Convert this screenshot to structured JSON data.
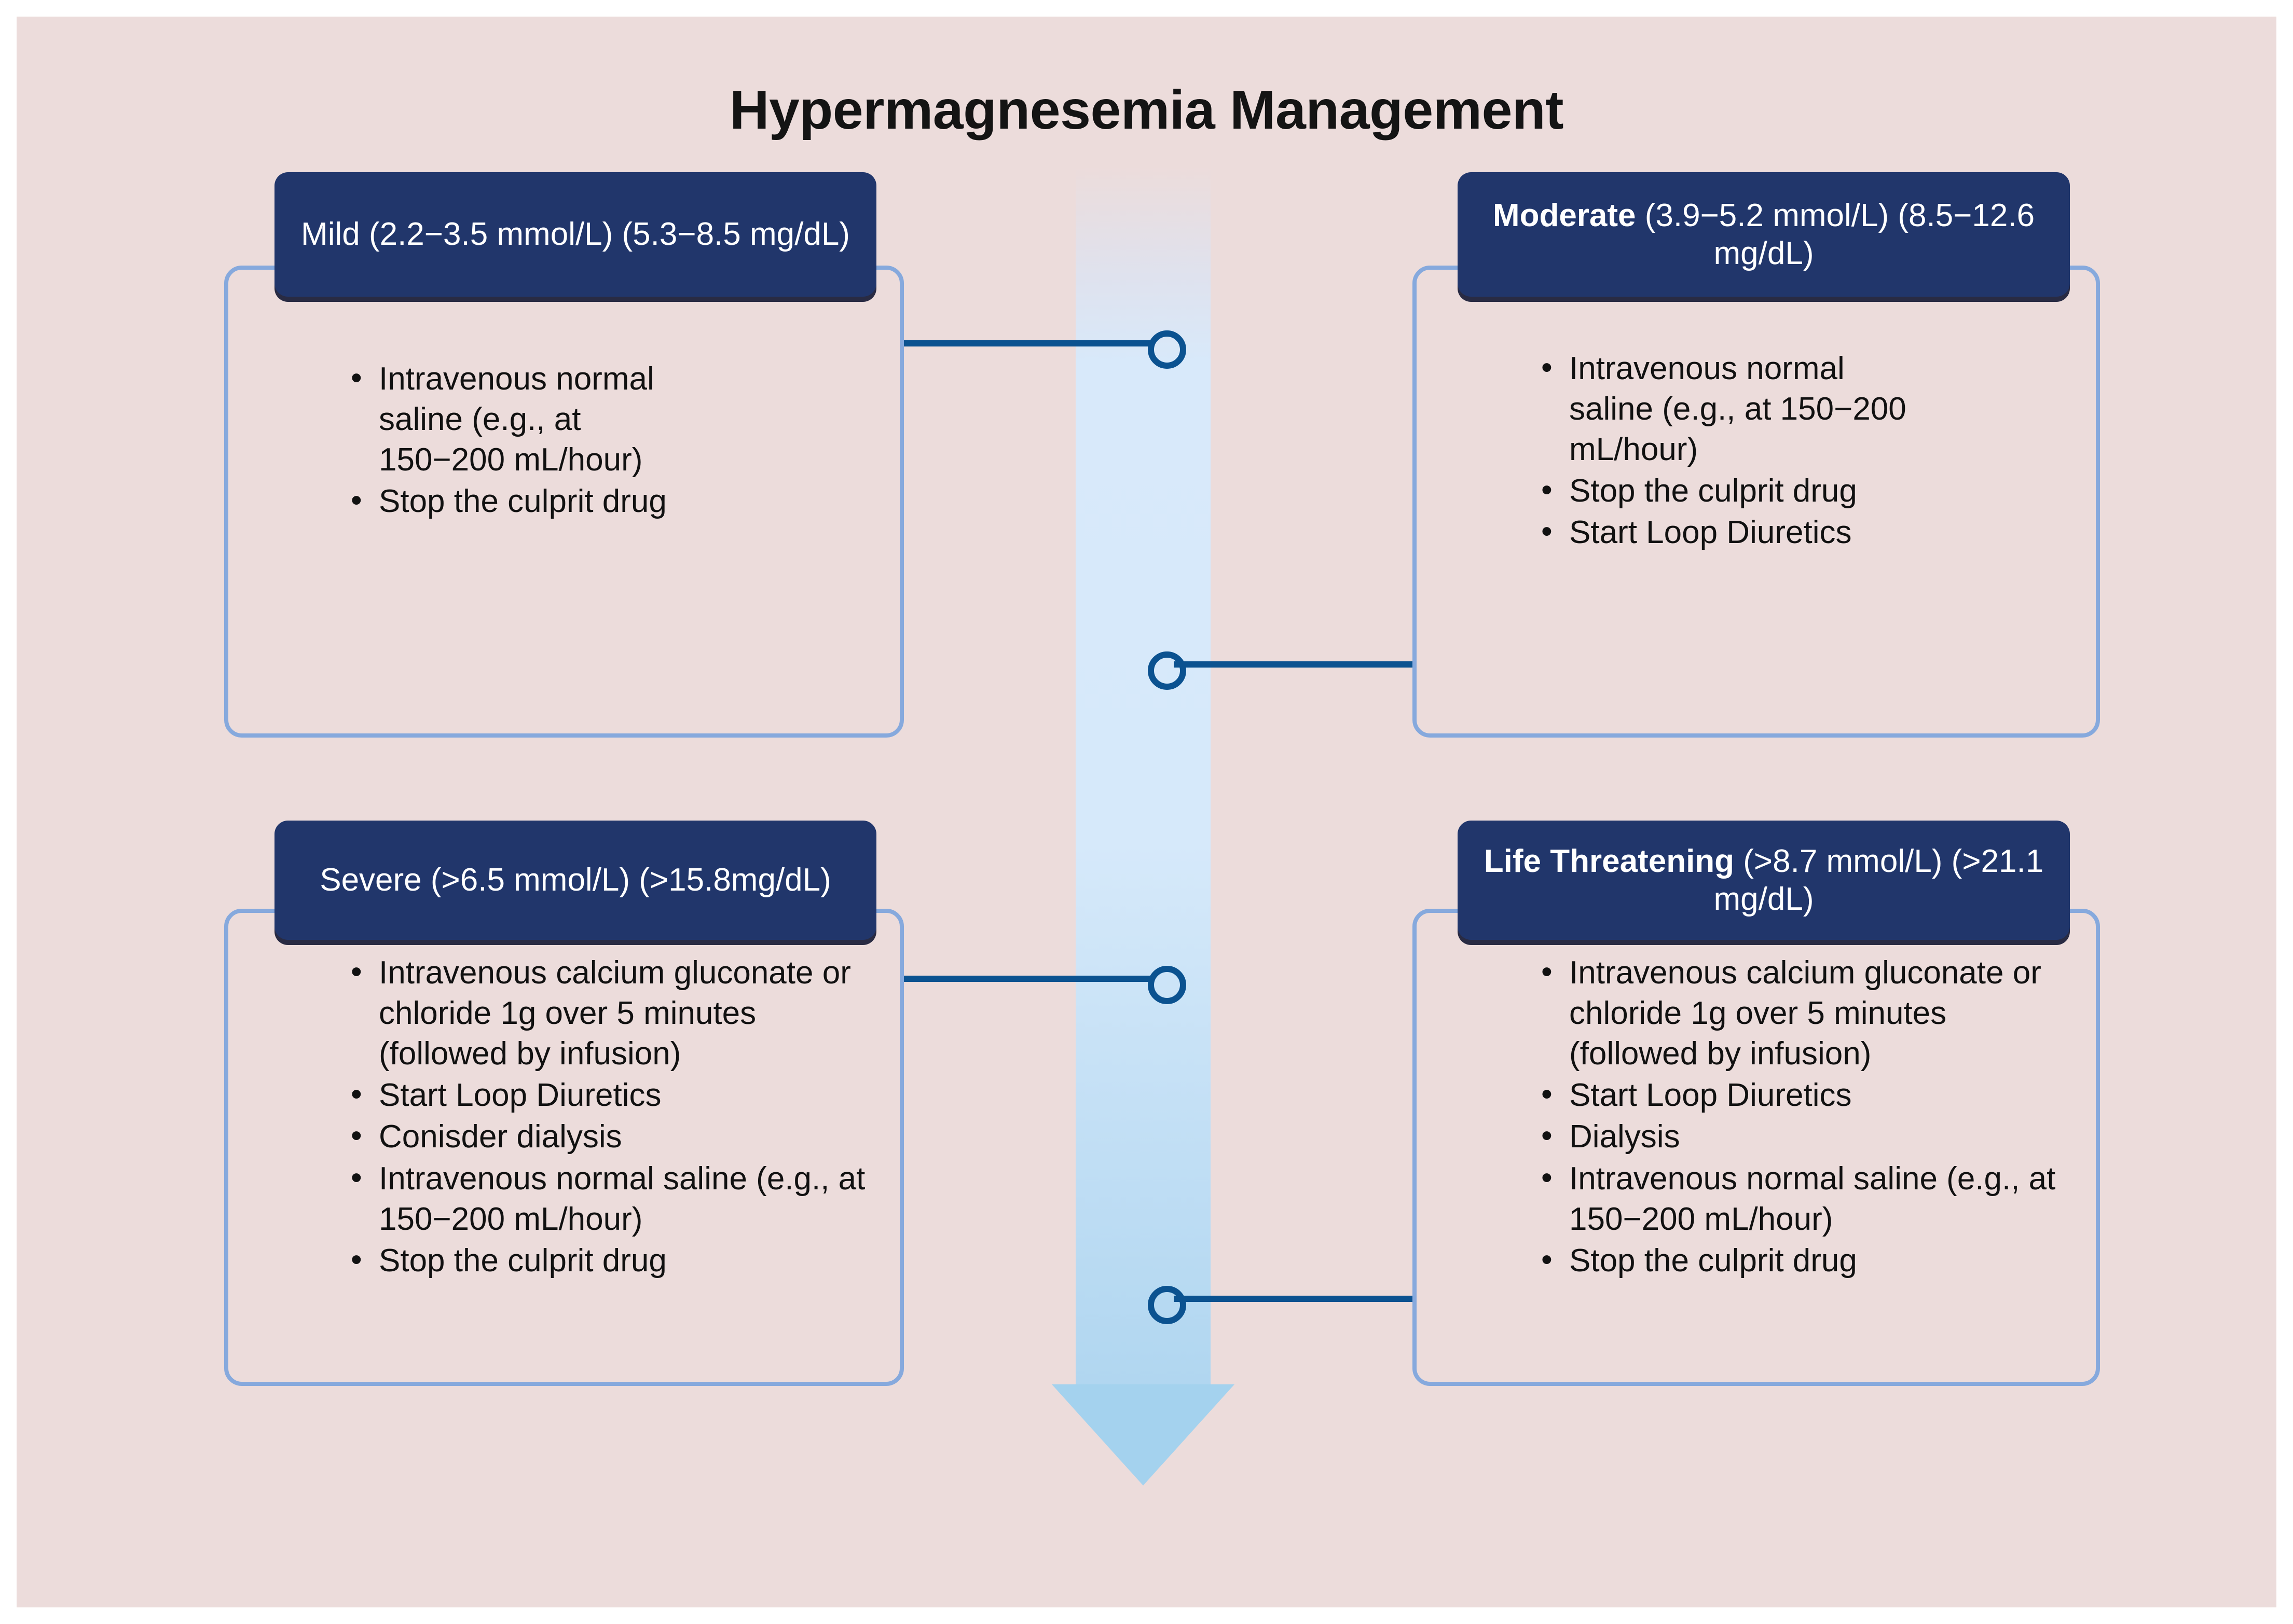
{
  "title": "Hypermagnesemia Management",
  "colors": {
    "background": "#ecdcdb",
    "card_border": "#86a9dd",
    "header_fill": "#21366b",
    "header_text": "#ffffff",
    "connector": "#0b5290",
    "arrow_fill": "#a4d2ee",
    "body_text": "#111111"
  },
  "arrow": {
    "name": "severity-progression-arrow",
    "direction": "down"
  },
  "cards": [
    {
      "id": "mild",
      "severity": "Mild",
      "severity_bold": false,
      "header_rest": " (2.2−3.5 mmol/L) (5.3−8.5 mg/dL)",
      "header_full": "Mild (2.2−3.5 mmol/L) (5.3−8.5 mg/dL)",
      "range_mmol": "2.2−3.5 mmol/L",
      "range_mgdl": "5.3−8.5 mg/dL",
      "bullets": [
        "Intravenous normal saline (e.g., at 150−200 mL/hour)",
        "Stop the culprit drug"
      ]
    },
    {
      "id": "moderate",
      "severity": "Moderate",
      "severity_bold": true,
      "header_rest": " (3.9−5.2 mmol/L) (8.5−12.6 mg/dL)",
      "header_full": "Moderate (3.9−5.2 mmol/L) (8.5−12.6 mg/dL)",
      "range_mmol": "3.9−5.2 mmol/L",
      "range_mgdl": "8.5−12.6 mg/dL",
      "bullets": [
        "Intravenous normal saline (e.g., at 150−200 mL/hour)",
        "Stop the culprit drug",
        "Start Loop Diuretics"
      ]
    },
    {
      "id": "severe",
      "severity": "Severe",
      "severity_bold": false,
      "header_rest": " (>6.5 mmol/L) (>15.8mg/dL)",
      "header_full": "Severe (>6.5 mmol/L) (>15.8mg/dL)",
      "range_mmol": ">6.5 mmol/L",
      "range_mgdl": ">15.8mg/dL",
      "bullets": [
        "Intravenous calcium gluconate or chloride 1g over 5 minutes (followed by infusion)",
        "Start Loop Diuretics",
        "Conisder dialysis",
        "Intravenous normal saline (e.g., at 150−200 mL/hour)",
        "Stop the culprit drug"
      ]
    },
    {
      "id": "life_threatening",
      "severity": "Life Threatening",
      "severity_bold": true,
      "header_rest": " (>8.7 mmol/L) (>21.1 mg/dL)",
      "header_full": "Life Threatening (>8.7 mmol/L) (>21.1 mg/dL)",
      "range_mmol": ">8.7 mmol/L",
      "range_mgdl": ">21.1 mg/dL",
      "bullets": [
        "Intravenous calcium gluconate or chloride 1g over 5 minutes (followed by infusion)",
        "Start Loop Diuretics",
        "Dialysis",
        "Intravenous normal saline (e.g., at 150−200 mL/hour)",
        "Stop the culprit drug"
      ]
    }
  ]
}
